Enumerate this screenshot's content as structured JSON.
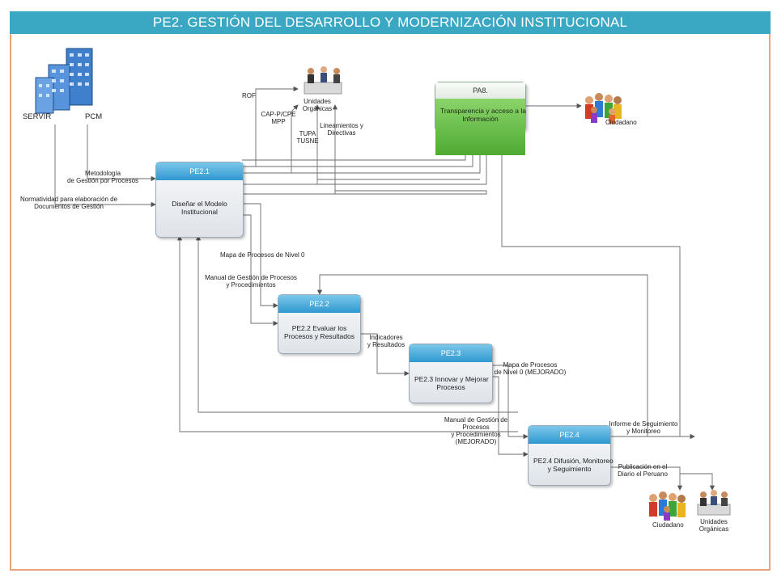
{
  "title": "PE2. GESTIÓN DEL DESARROLLO Y MODERNIZACIÓN INSTITUCIONAL",
  "colors": {
    "title_bg": "#3aa7c3",
    "frame": "#e9a57a",
    "box_header": "#2f98cf",
    "pa8_body": "#5fb63e"
  },
  "actors": {
    "servir": "SERVIR",
    "pcm": "PCM",
    "unidades_top": "Unidades\nOrgánicas",
    "ciudadano_top": "Ciudadano",
    "ciudadano_bottom": "Ciudadano",
    "unidades_bottom": "Unidades\nOrgánicas"
  },
  "boxes": {
    "pe21": {
      "header": "PE2.1",
      "body": "Diseñar el Modelo\nInstitucional"
    },
    "pe22": {
      "header": "PE2.2",
      "body": "PE2.2 Evaluar los\nProcesos y Resultados"
    },
    "pe23": {
      "header": "PE2.3",
      "body": "PE2.3 Innovar y Mejorar\nProcesos"
    },
    "pe24": {
      "header": "PE2.4",
      "body": "PE2.4 Difusión, Monitoreo\ny Seguimiento"
    },
    "pa8": {
      "header": "PA8.",
      "body": "Transparencia y acceso a la\nInformación"
    }
  },
  "labels": {
    "metodologia": "Metodología\nde Gestión por Procesos",
    "normatividad": "Normatividad para elaboración de\nDocumentos de Gestión",
    "rof": "ROF",
    "cap": "CAP-P/CPE\nMPP",
    "tupa": "TUPA\nTUSNE",
    "lineamientos": "Lineamientos y\nDirectivas",
    "mapa0": "Mapa de Procesos de Nivel 0",
    "manual": "Manual de Gestión de Procesos\ny Procedimientos",
    "indicadores": "Indicadores\ny Resultados",
    "mapa_mejorado": "Mapa de Procesos\nde Nivel 0 (MEJORADO)",
    "manual_mejorado": "Manual de Gestión de\nProcesos\ny Procedimientos\n(MEJORADO)",
    "informe": "Informe de Seguimiento\ny Monitoreo",
    "publicacion": "Publicación en el\nDiario el Peruano"
  },
  "icons": {
    "buildings": "office-buildings-icon",
    "meeting": "meeting-people-icon",
    "crowd": "crowd-people-icon"
  }
}
